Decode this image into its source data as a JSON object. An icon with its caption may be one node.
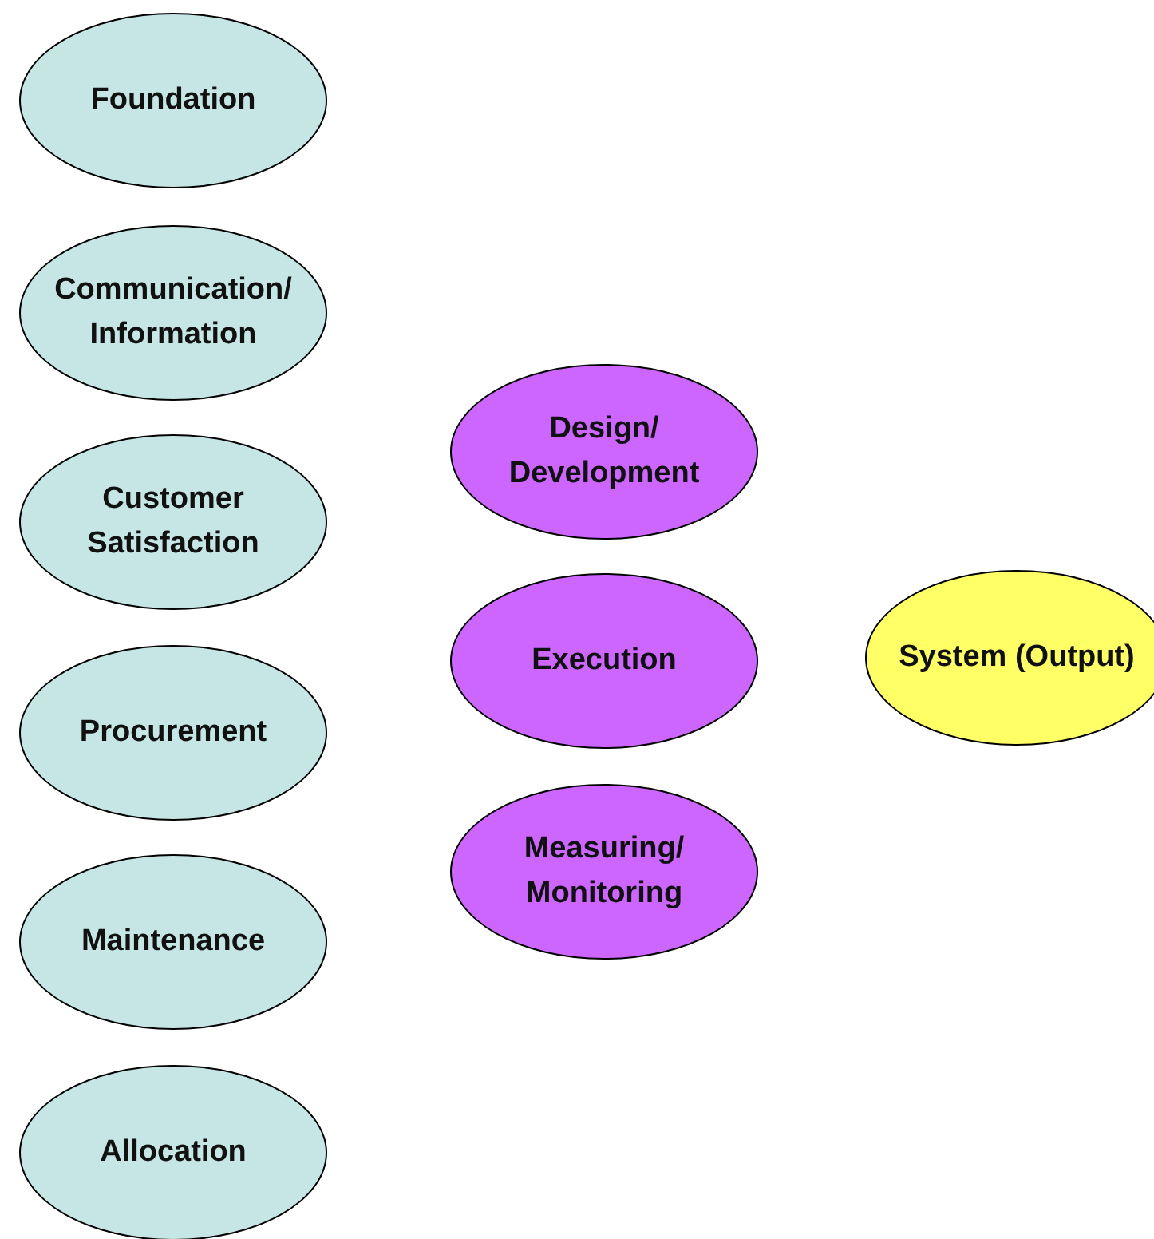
{
  "diagram": {
    "nodes": [
      {
        "text": [
          "Foundation"
        ]
      },
      {
        "text": [
          "Communication/ Information"
        ]
      },
      {
        "text": [
          "Customer Satisfaction"
        ]
      },
      {
        "text": [
          "Procurement"
        ]
      },
      {
        "text": [
          "Maintenance"
        ]
      },
      {
        "text": [
          "Allocation"
        ]
      },
      {
        "text": [
          "Design/ Development"
        ]
      },
      {
        "text": [
          "Execution"
        ]
      },
      {
        "text": [
          "Measuring/ Monitoring"
        ]
      },
      {
        "text": [
          "System (Output)"
        ]
      }
    ],
    "edges": []
  }
}
